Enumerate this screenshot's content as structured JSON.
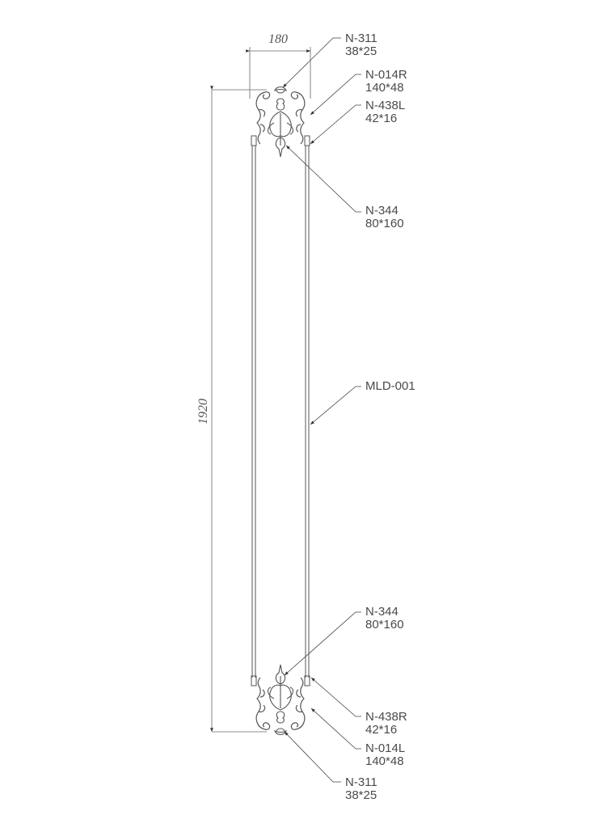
{
  "dimensions": {
    "width": "180",
    "height": "1920"
  },
  "callouts": [
    {
      "code": "N-311",
      "size": "38*25"
    },
    {
      "code": "N-014R",
      "size": "140*48"
    },
    {
      "code": "N-438L",
      "size": "42*16"
    },
    {
      "code": "N-344",
      "size": "80*160"
    },
    {
      "code": "MLD-001",
      "size": ""
    },
    {
      "code": "N-344",
      "size": "80*160"
    },
    {
      "code": "N-438R",
      "size": "42*16"
    },
    {
      "code": "N-014L",
      "size": "140*48"
    },
    {
      "code": "N-311",
      "size": "38*25"
    }
  ]
}
